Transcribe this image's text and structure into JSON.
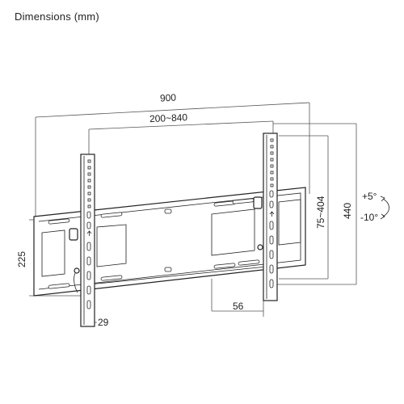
{
  "header": {
    "title": "Dimensions (mm)"
  },
  "dimensions": {
    "overall_width": "900",
    "vesa_width_range": "200~840",
    "overall_height": "440",
    "vesa_height_range": "75~404",
    "plate_height": "225",
    "arm_width": "29",
    "wall_depth": "56"
  },
  "tilt": {
    "up": "+5°",
    "down": "-10°"
  },
  "colors": {
    "line": "#222222",
    "dimension": "#555555"
  }
}
